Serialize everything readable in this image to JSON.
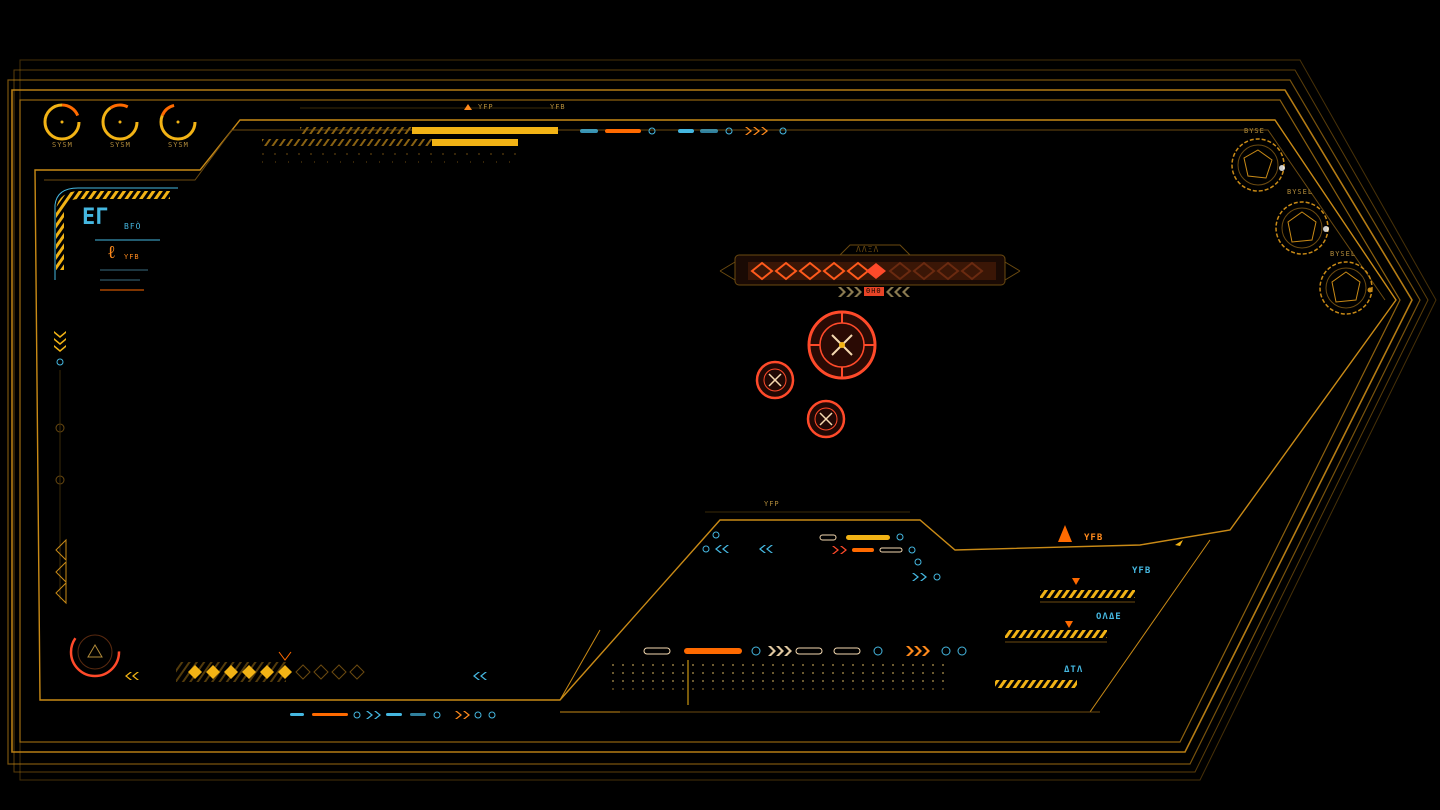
{
  "colors": {
    "background": "#000000",
    "frame_gold": "#c98a16",
    "frame_dim": "#6b4a10",
    "accent_yellow": "#f2b315",
    "accent_orange": "#ff6a00",
    "accent_red": "#ff4a2a",
    "accent_cyan": "#45b7e0"
  },
  "gauges": {
    "labels": [
      "SYSM",
      "SYSM",
      "SYSM"
    ]
  },
  "top_panel": {
    "markers": [
      "YFP",
      "YFB"
    ]
  },
  "left_panel": {
    "glyph_main": "EΓ",
    "glyph_main_sub": "BFÒ",
    "glyph_second": "ℓ",
    "glyph_second_sub": "YFB"
  },
  "center_banner": {
    "title": "ΛΛΞΛ",
    "code": "ΘΗΘ"
  },
  "right_radars": {
    "labels": [
      "BYSE",
      "BYSEL",
      "BYSEL"
    ]
  },
  "lower_panel": {
    "label_top": "YFP",
    "main_tag": "YFB",
    "readouts": [
      "YFB",
      "ΟΛΔΕ",
      "ΔΤΛ"
    ]
  },
  "icons": [
    "radial-gauge-icon",
    "target-reticle-icon",
    "radar-polygon-icon",
    "chevron-arrows-icon",
    "diamond-row-icon",
    "triangle-marker-icon"
  ]
}
